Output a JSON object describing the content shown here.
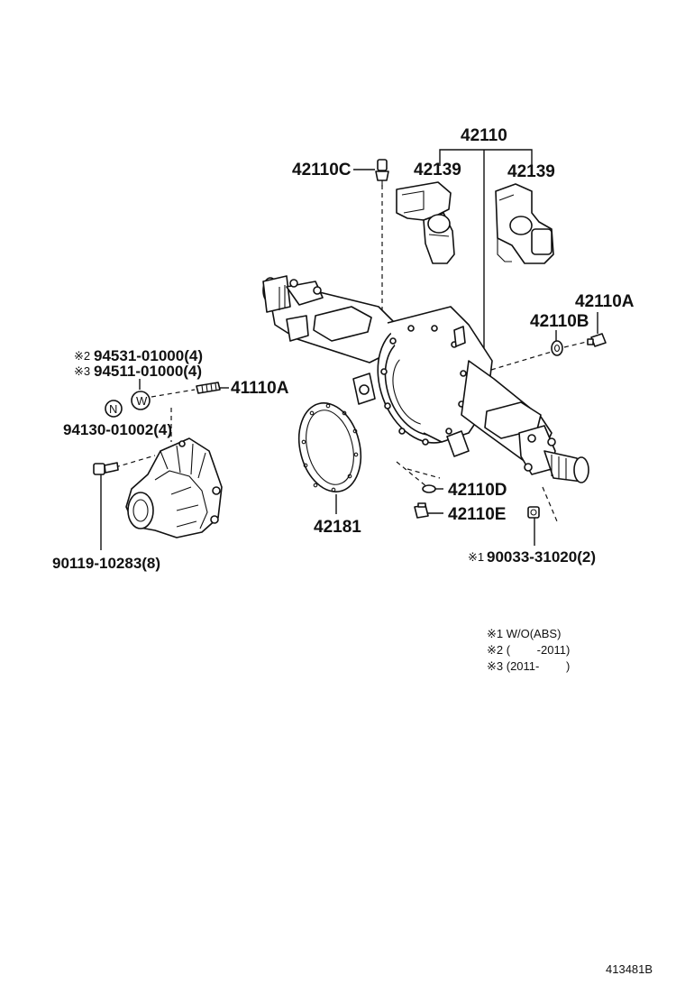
{
  "labels": {
    "p42110": "42110",
    "p42110C": "42110C",
    "p42139_left": "42139",
    "p42139_right": "42139",
    "p42110A": "42110A",
    "p42110B": "42110B",
    "p94531": "94531-01000(4)",
    "p94511": "94511-01000(4)",
    "p41110A": "41110A",
    "p94130": "94130-01002(4)",
    "p42181": "42181",
    "p42110D": "42110D",
    "p42110E": "42110E",
    "p90119": "90119-10283(8)",
    "p90033": "90033-31020(2)"
  },
  "markers": {
    "ref1": "※1",
    "ref2": "※2",
    "ref3": "※3",
    "n_badge": "N",
    "w_badge": "W"
  },
  "notes": {
    "note1": "※1 W/O(ABS)",
    "note2": "※2 (　　 -2011)",
    "note3": "※3 (2011-　　 )"
  },
  "figure_id": "413481B"
}
